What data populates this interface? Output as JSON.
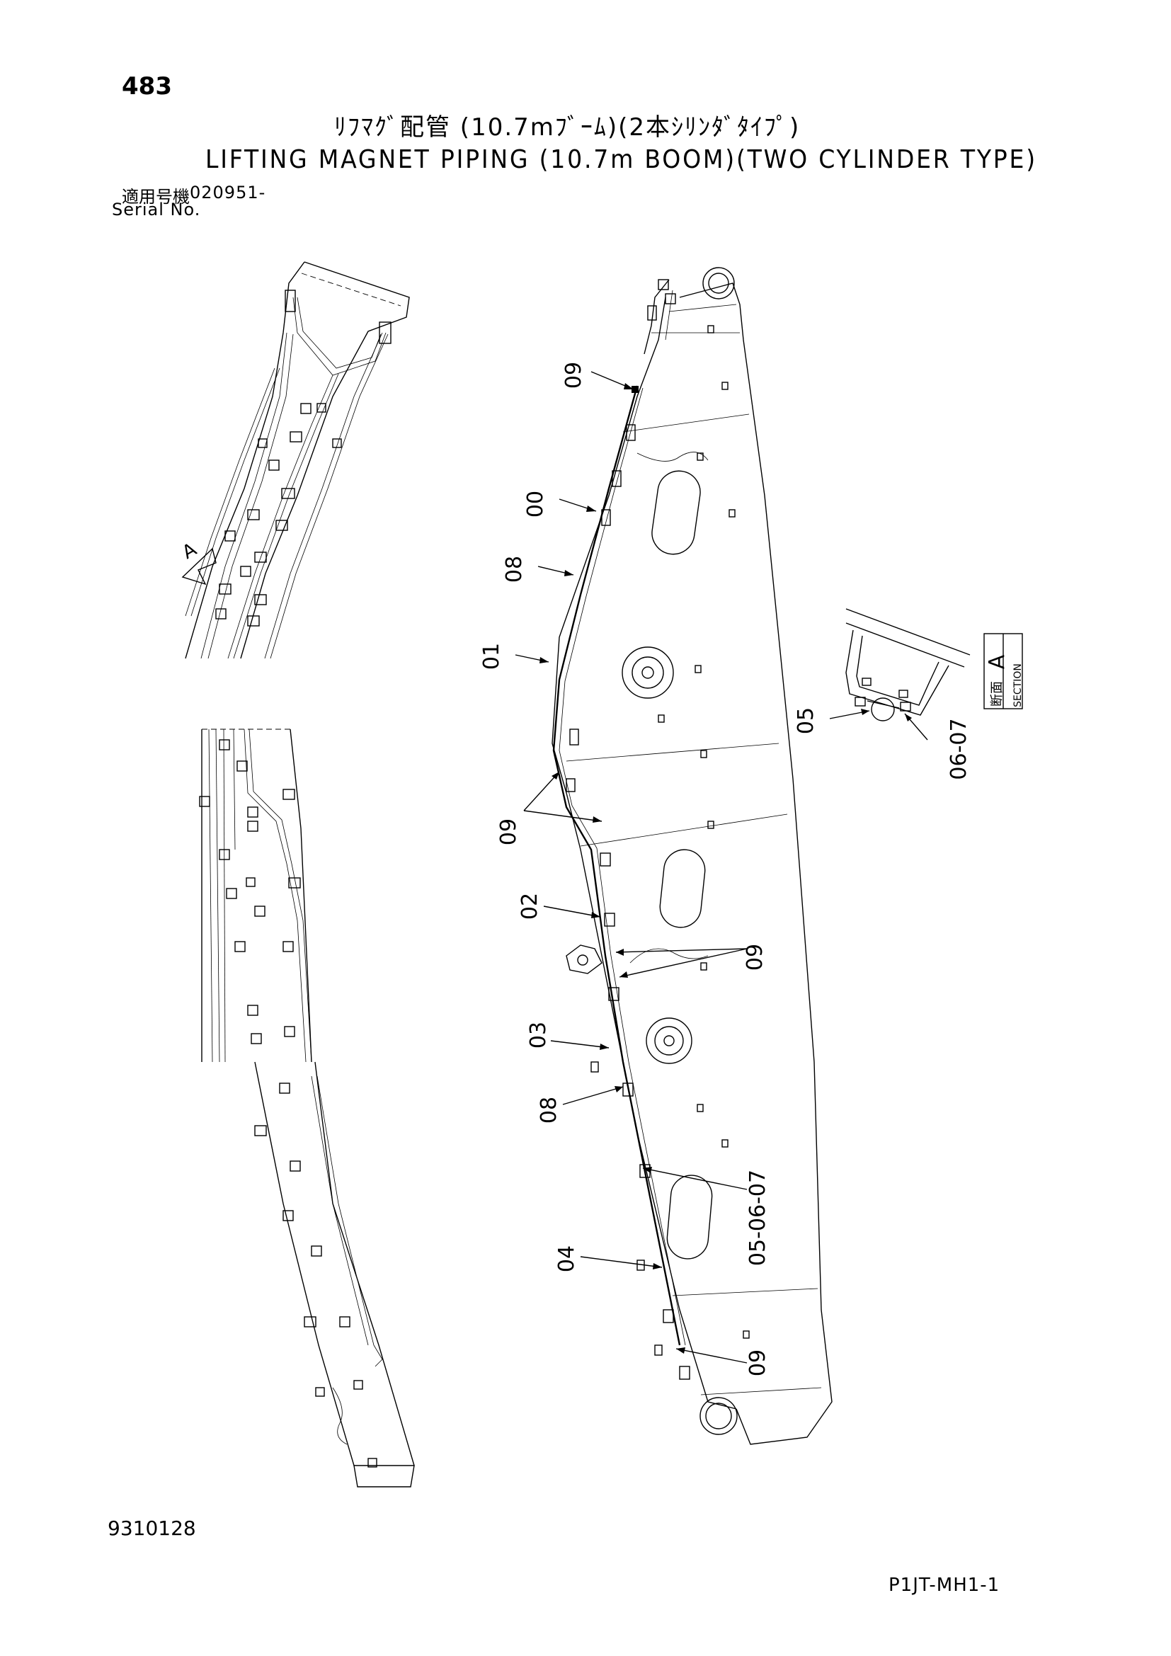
{
  "page_number": "483",
  "title_jp": "ﾘﾌﾏｸﾞ配管 (10.7mﾌﾞｰﾑ)(2本ｼﾘﾝﾀﾞﾀｲﾌﾟ)",
  "title_en": "LIFTING MAGNET PIPING (10.7m BOOM)(TWO CYLINDER TYPE)",
  "serial": {
    "label_jp": "適用号機",
    "number": "020951-",
    "label_en": "Serial No."
  },
  "callouts": {
    "c09_top": "09",
    "c00": "00",
    "c08_top": "08",
    "c01": "01",
    "c09_mid_left": "09",
    "c02": "02",
    "c09_mid_right": "09",
    "c03": "03",
    "c08_bottom": "08",
    "c05_06_07": "05-06-07",
    "c04": "04",
    "c09_bottom": "09",
    "c05_section": "05",
    "c06_07_section": "06-07"
  },
  "view_marker": "A",
  "section": {
    "label_jp": "断面",
    "label_en": "SECTION",
    "letter": "A"
  },
  "doc_number": "9310128",
  "page_code": "P1JT-MH1-1"
}
